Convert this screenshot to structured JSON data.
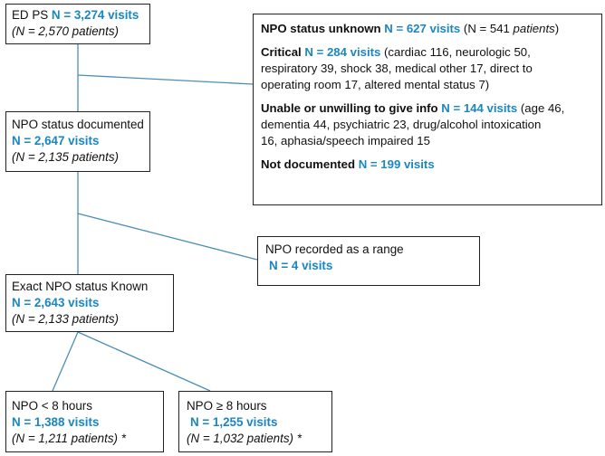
{
  "box_ed": {
    "label": "ED PS",
    "count": "N = 3,274 visits",
    "patients": "(N = 2,570 patients)"
  },
  "box_unknown": {
    "title": "NPO status unknown",
    "count": "N = 627 visits",
    "patients_prefix": "(N = 541 ",
    "patients_word": "patients",
    "patients_suffix": ")",
    "critical": {
      "label": "Critical",
      "count": "N = 284 visits",
      "detail_1": " (cardiac 116, neurologic 50,",
      "detail_2": "respiratory 39, shock 38, medical other 17, direct to",
      "detail_3": "operating room 17, altered mental status 7)"
    },
    "unable": {
      "label": "Unable or unwilling to give info",
      "count": "N = 144 visits",
      "detail_1": " (age 46,",
      "detail_2": "dementia 44, psychiatric 23, drug/alcohol intoxication",
      "detail_3": "16, aphasia/speech impaired 15"
    },
    "not_documented": {
      "label": "Not documented",
      "count": "N = 199 visits"
    }
  },
  "box_documented": {
    "label": "NPO status documented",
    "count": "N = 2,647 visits",
    "patients": "(N = 2,135 patients)"
  },
  "box_range": {
    "label": "NPO recorded as a range",
    "count": "N = 4 visits"
  },
  "box_exact": {
    "label": "Exact NPO status Known",
    "count": "N = 2,643 visits",
    "patients": "(N = 2,133 patients)"
  },
  "box_lt8": {
    "label": "NPO < 8 hours",
    "count": "N = 1,388 visits",
    "patients": "(N = 1,211 patients) *"
  },
  "box_ge8": {
    "label": "NPO ≥ 8 hours",
    "count": "N = 1,255 visits",
    "patients": "(N = 1,032 patients) *"
  },
  "colors": {
    "accent": "#1a86c2",
    "border": "#222222"
  }
}
